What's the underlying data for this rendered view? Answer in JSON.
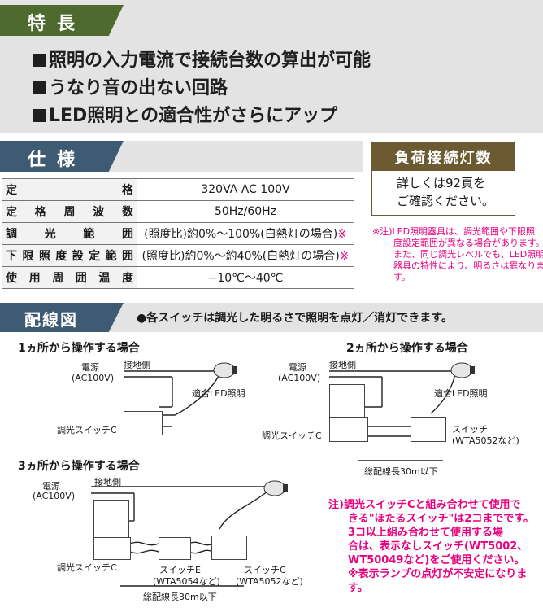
{
  "features": {
    "heading": "特長",
    "items": [
      "照明の入力電流で接続台数の算出が可能",
      "うなり音の出ない回路",
      "LED照明との適合性がさらにアップ"
    ]
  },
  "spec": {
    "heading": "仕様",
    "rows": [
      {
        "label": "定格",
        "value": "320VA  AC 100V",
        "mark": ""
      },
      {
        "label": "定格周波数",
        "value": "50Hz/60Hz",
        "mark": ""
      },
      {
        "label": "調光範囲",
        "value": "(照度比)約0%〜100%(白熱灯の場合)",
        "mark": "※"
      },
      {
        "label": "下限照度設定範囲",
        "value": "(照度比)約0%〜約40%(白熱灯の場合)",
        "mark": "※"
      },
      {
        "label": "使用周囲温度",
        "value": "−10℃〜40℃",
        "mark": ""
      }
    ]
  },
  "load": {
    "heading": "負荷接続灯数",
    "line1": "詳しくは92頁を",
    "line2": "ご確認ください。",
    "note_lines": [
      "※注)LED照明器具は、調光範囲や下限照",
      "度設定範囲が異なる場合があります。",
      "また、同じ調光レベルでも、LED照明",
      "器具の特性により、明るさは異なりま",
      "す。"
    ]
  },
  "wiring": {
    "heading": "配線図",
    "lead": "●各スイッチは調光した明るさで照明を点灯／消灯できます。",
    "one": {
      "title": "1ヵ所から操作する場合",
      "power": "電源",
      "power_sub": "(AC100V)",
      "ground": "接地側",
      "led": "適合LED照明",
      "switch": "調光スイッチC"
    },
    "two": {
      "title": "2ヵ所から操作する場合",
      "power": "電源",
      "power_sub": "(AC100V)",
      "ground": "接地側",
      "led": "適合LED照明",
      "switch": "調光スイッチC",
      "switch2": "スイッチ",
      "switch2_model": "(WTA5052など)",
      "length": "総配線長30m以下"
    },
    "three": {
      "title": "3ヵ所から操作する場合",
      "power": "電源",
      "power_sub": "(AC100V)",
      "ground": "接地側",
      "switch": "調光スイッチC",
      "switch_e": "スイッチE",
      "switch_e_model": "(WTA5054など)",
      "switch_c": "スイッチC",
      "switch_c_model": "(WTA5052など)",
      "length": "総配線長30m以下"
    },
    "note_lines": [
      "注)調光スイッチCと組み合わせて使用で",
      "きる\"ほたるスイッチ\"は2コまでです。",
      "3コ以上組み合わせて使用する場",
      "合は、表示なしスイッチ(WT5002、",
      "WT50049など)をご使用ください。",
      "※表示ランプの点灯が不安定になりま",
      "す。"
    ]
  },
  "colors": {
    "features_tag": "#4e6a2e",
    "spec_tag": "#3f5a73",
    "load_tag": "#6b5a32",
    "note_pink": "#e8007e"
  }
}
